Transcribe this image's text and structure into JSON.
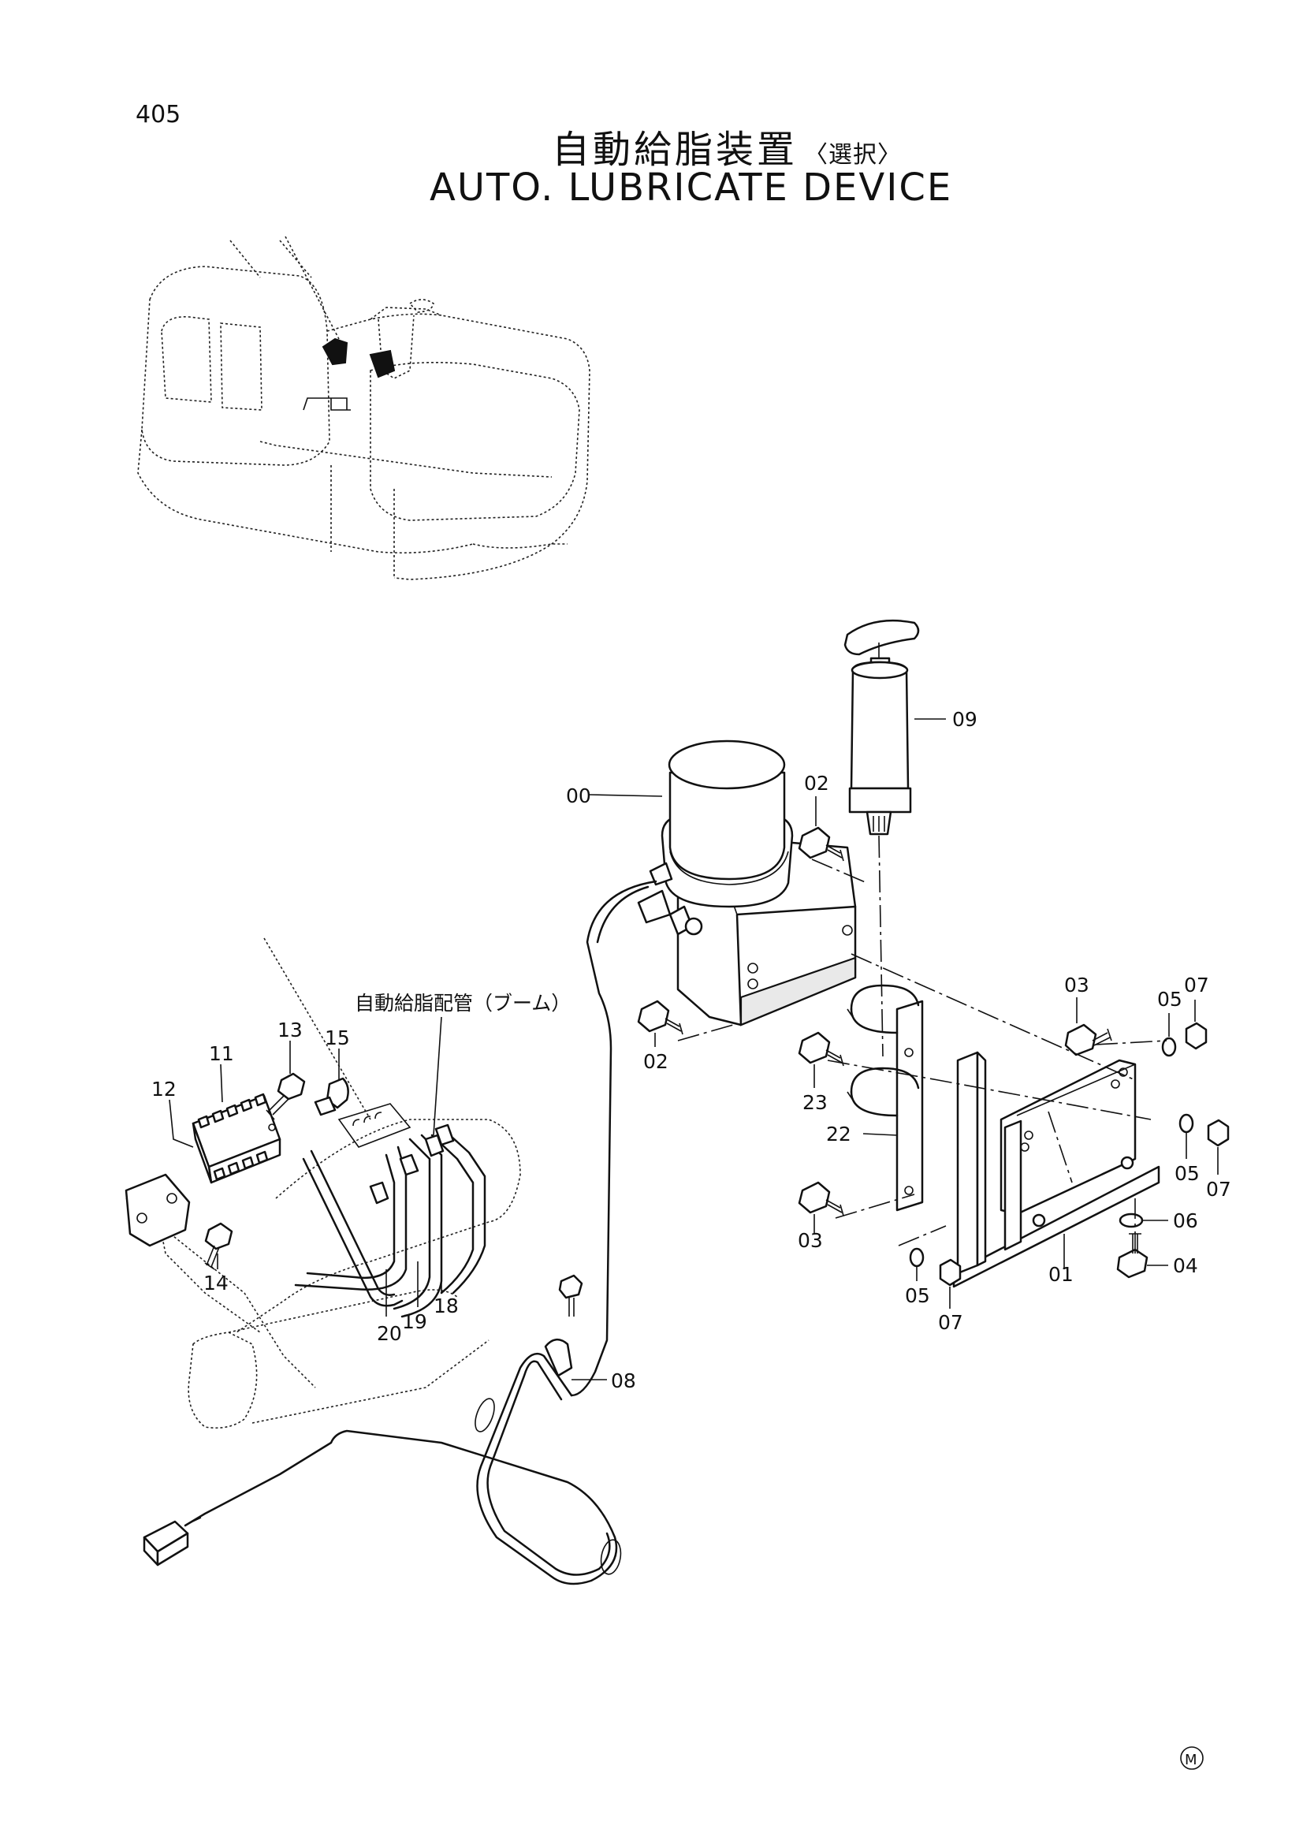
{
  "header": {
    "page_number": "405",
    "title_jp": "自動給脂装置",
    "title_jp_option": "〈選択〉",
    "title_en": "AUTO. LUBRICATE DEVICE"
  },
  "sub_label": "自動給脂配管（ブーム）",
  "callouts": [
    "00",
    "01",
    "02",
    "02",
    "03",
    "03",
    "04",
    "05",
    "05",
    "05",
    "06",
    "07",
    "07",
    "07",
    "08",
    "09",
    "11",
    "12",
    "13",
    "14",
    "15",
    "18",
    "19",
    "20",
    "22",
    "23"
  ],
  "mark": "M"
}
